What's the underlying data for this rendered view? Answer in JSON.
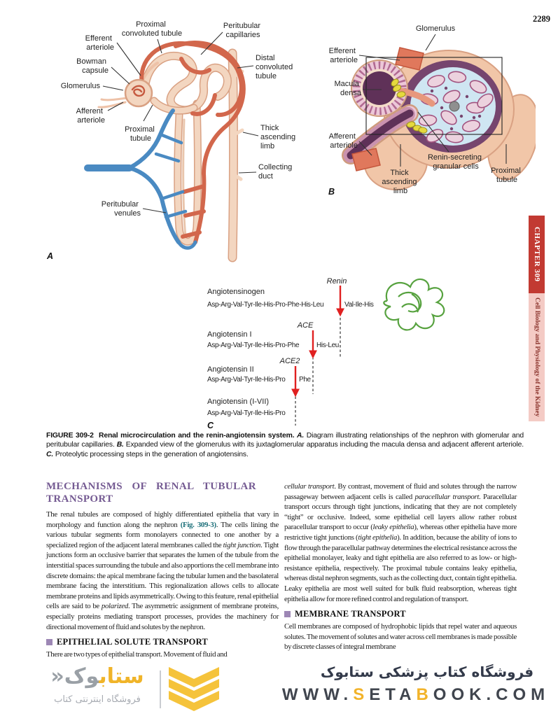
{
  "page": {
    "number": "2289"
  },
  "colors": {
    "sidebar_red": "#c23a32",
    "sidebar_pink": "#f4cbc5",
    "sidebar_pink_text": "#8a332c",
    "heading_purple": "#745a92",
    "figref_teal": "#1b6f79",
    "bullet_purple": "#9d87b5",
    "artery_red": "#d2674c",
    "vein_blue": "#4a8ac2",
    "tubule_peach": "#f3d6c0",
    "enzyme_arrow_red": "#e02020",
    "protein_green": "#57a23f",
    "logo_yellow": "#f0b429"
  },
  "figure": {
    "panel_a": {
      "letter": "A",
      "labels": {
        "proximal_convoluted_tubule": [
          "Proximal",
          "convoluted tubule"
        ],
        "peritubular_capillaries": [
          "Peritubular",
          "capillaries"
        ],
        "efferent_arteriole": [
          "Efferent",
          "arteriole"
        ],
        "bowman_capsule": [
          "Bowman",
          "capsule"
        ],
        "glomerulus": [
          "Glomerulus"
        ],
        "afferent_arteriole": [
          "Afferent",
          "arteriole"
        ],
        "proximal_tubule": [
          "Proximal",
          "tubule"
        ],
        "distal_convoluted_tubule": [
          "Distal",
          "convoluted",
          "tubule"
        ],
        "thick_ascending_limb": [
          "Thick",
          "ascending",
          "limb"
        ],
        "collecting_duct": [
          "Collecting",
          "duct"
        ],
        "peritubular_venules": [
          "Peritubular",
          "venules"
        ]
      }
    },
    "panel_b": {
      "letter": "B",
      "labels": {
        "glomerulus": [
          "Glomerulus"
        ],
        "efferent_arteriole": [
          "Efferent",
          "arteriole"
        ],
        "macula_densa": [
          "Macula",
          "densa"
        ],
        "afferent_arteriole": [
          "Afferent",
          "arteriole"
        ],
        "thick_ascending_limb": [
          "Thick",
          "ascending",
          "limb"
        ],
        "renin_secreting_granular_cells": [
          "Renin-secreting",
          "granular cells"
        ],
        "proximal_tubule": [
          "Proximal",
          "tubule"
        ]
      }
    },
    "panel_c": {
      "letter": "C",
      "enzymes": {
        "renin": "Renin",
        "ace": "ACE",
        "ace2": "ACE2"
      },
      "rows": [
        {
          "name": "Angiotensinogen",
          "seq_left": "Asp-Arg-Val-Tyr-Ile-His-Pro-Phe-His-Leu",
          "seq_right": "Val-Ile-His"
        },
        {
          "name": "Angiotensin I",
          "seq_left": "Asp-Arg-Val-Tyr-Ile-His-Pro-Phe",
          "seq_right": "His-Leu"
        },
        {
          "name": "Angiotensin II",
          "seq_left": "Asp-Arg-Val-Tyr-Ile-His-Pro",
          "seq_right": "Phe"
        },
        {
          "name": "Angiotensin (I-VII)",
          "seq_left": "Asp-Arg-Val-Tyr-Ile-His-Pro",
          "seq_right": ""
        }
      ]
    },
    "caption_html": "<b>FIGURE 309-2&nbsp;&nbsp;Renal microcirculation and the renin-angiotensin system.</b> <b><i>A.</i></b> Diagram illustrating relationships of the nephron with glomerular and peritubular capillaries. <b><i>B.</i></b> Expanded view of the glomerulus with its juxtaglomerular apparatus including the macula densa and adjacent afferent arteriole. <b><i>C.</i></b> Proteolytic processing steps in the generation of angiotensins."
  },
  "article": {
    "section_title": "MECHANISMS OF RENAL TUBULAR TRANSPORT",
    "left": {
      "para1_html": "The renal tubules are composed of highly differentiated epithelia that vary in morphology and function along the nephron <b class='figref' data-name='figure-309-3-reference' data-interactable='true'>(Fig. 309-3)</b>. The cells lining the various tubular segments form monolayers connected to one another by a specialized region of the adjacent lateral membranes called the <i>tight junction</i>. Tight junctions form an occlusive barrier that separates the lumen of the tubule from the interstitial spaces surrounding the tubule and also apportions the cell membrane into discrete domains: the apical membrane facing the tubular lumen and the basolateral membrane facing the interstitium. This regionalization allows cells to allocate membrane proteins and lipids asymmetrically. Owing to this feature, renal epithelial cells are said to be <i>polarized</i>. The asymmetric assignment of membrane proteins, especially proteins mediating transport processes, provides the machinery for directional movement of fluid and solutes by the nephron.",
      "subhead": "EPITHELIAL SOLUTE TRANSPORT",
      "cont_line": "There are two types of epithelial transport. Movement of fluid and"
    },
    "right": {
      "para1_html": "<i>cellular transport</i>. By contrast, movement of fluid and solutes through the narrow passageway between adjacent cells is called <i>paracellular transport</i>. Paracellular transport occurs through tight junctions, indicating that they are not completely “tight” or occlusive. Indeed, some epithelial cell layers allow rather robust paracellular transport to occur (<i>leaky epithelia</i>), whereas other epithelia have more restrictive tight junctions (<i>tight epithelia</i>). In addition, because the ability of ions to flow through the paracellular pathway determines the electrical resistance across the epithelial monolayer, leaky and tight epithelia are also referred to as low- or high-resistance epithelia, respectively. The proximal tubule contains leaky epithelia, whereas distal nephron segments, such as the collecting duct, contain tight epithelia. Leaky epithelia are most well suited for bulk fluid reabsorption, whereas tight epithelia allow for more refined control and regulation of transport.",
      "subhead": "MEMBRANE TRANSPORT",
      "para2": "Cell membranes are composed of hydrophobic lipids that repel water and aqueous solutes. The movement of solutes and water across cell membranes is made possible by discrete classes of integral membrane"
    }
  },
  "sidebar": {
    "chapter": "CHAPTER 309",
    "title": "Cell Biology and Physiology of the Kidney"
  },
  "footer": {
    "logo_word_yellow": "ستاب",
    "logo_word_gray": "وک",
    "logo_chevron": "«",
    "logo_tagline": "فروشگاه اینترنتی کتاب",
    "store_line": "فروشگاه کتاب پزشکی ستابوک",
    "url": {
      "p1": "WWW.",
      "s": "S",
      "p2": "ETA",
      "b": "B",
      "p3": "OOK.COM"
    }
  }
}
